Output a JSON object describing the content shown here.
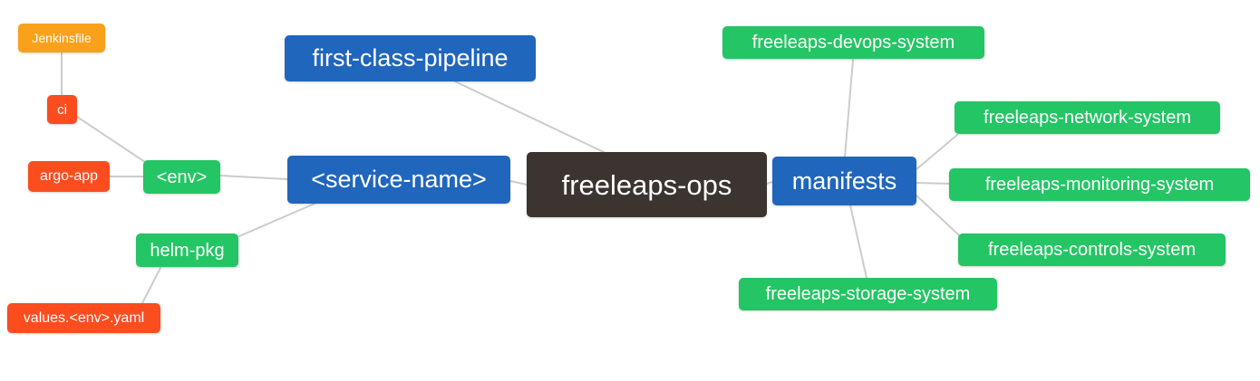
{
  "diagram": {
    "type": "mindmap",
    "root": "freeleaps-ops"
  },
  "palette": {
    "blue": "#2066bd",
    "green": "#24c564",
    "orange": "#f9a11b",
    "red": "#fb4d1e",
    "dark": "#3b3430",
    "edge": "#cccccc",
    "text": "#ffffff",
    "background": "#ffffff"
  },
  "nodes": {
    "root": {
      "label": "freeleaps-ops",
      "color": "#3b3430"
    },
    "fcp": {
      "label": "first-class-pipeline",
      "color": "#2066bd"
    },
    "service": {
      "label": "<service-name>",
      "color": "#2066bd"
    },
    "manifests": {
      "label": "manifests",
      "color": "#2066bd"
    },
    "env": {
      "label": "<env>",
      "color": "#24c564"
    },
    "helm_pkg": {
      "label": "helm-pkg",
      "color": "#24c564"
    },
    "ci": {
      "label": "ci",
      "color": "#fb4d1e"
    },
    "argo_app": {
      "label": "argo-app",
      "color": "#fb4d1e"
    },
    "values": {
      "label": "values.<env>.yaml",
      "color": "#fb4d1e"
    },
    "jenkinsfile": {
      "label": "Jenkinsfile",
      "color": "#f9a11b"
    },
    "devops": {
      "label": "freeleaps-devops-system",
      "color": "#24c564"
    },
    "network": {
      "label": "freeleaps-network-system",
      "color": "#24c564"
    },
    "monitoring": {
      "label": "freeleaps-monitoring-system",
      "color": "#24c564"
    },
    "controls": {
      "label": "freeleaps-controls-system",
      "color": "#24c564"
    },
    "storage": {
      "label": "freeleaps-storage-system",
      "color": "#24c564"
    }
  },
  "edges": [
    [
      "jenkinsfile",
      "ci"
    ],
    [
      "ci",
      "env"
    ],
    [
      "argo_app",
      "env"
    ],
    [
      "env",
      "service"
    ],
    [
      "helm_pkg",
      "service"
    ],
    [
      "values",
      "helm_pkg"
    ],
    [
      "fcp",
      "root"
    ],
    [
      "service",
      "root"
    ],
    [
      "root",
      "manifests"
    ],
    [
      "manifests",
      "devops"
    ],
    [
      "manifests",
      "network"
    ],
    [
      "manifests",
      "monitoring"
    ],
    [
      "manifests",
      "controls"
    ],
    [
      "manifests",
      "storage"
    ]
  ]
}
